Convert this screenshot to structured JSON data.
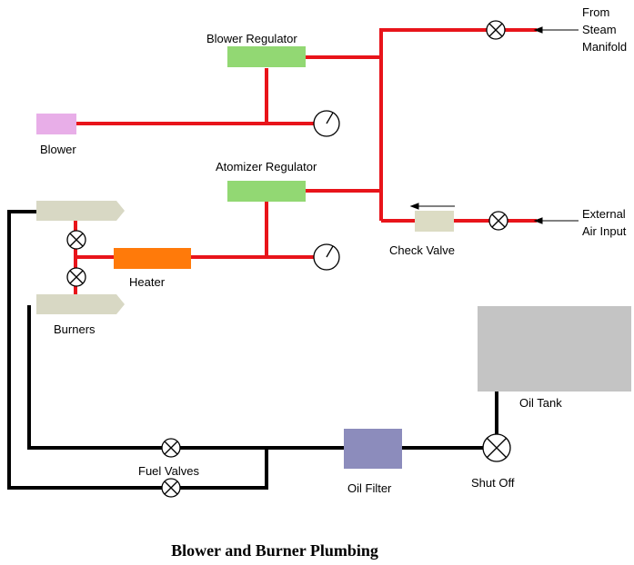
{
  "title": "Blower and Burner Plumbing",
  "labels": {
    "blower_regulator": "Blower Regulator",
    "atomizer_regulator": "Atomizer Regulator",
    "blower": "Blower",
    "heater": "Heater",
    "burners": "Burners",
    "check_valve": "Check Valve",
    "steam_from_line1": "From",
    "steam_from_line2": "Steam",
    "steam_from_line3": "Manifold",
    "external_line1": "External",
    "external_line2": "Air Input",
    "oil_tank": "Oil Tank",
    "oil_filter": "Oil Filter",
    "shut_off": "Shut Off",
    "fuel_valves": "Fuel Valves"
  },
  "colors": {
    "air_line": "#e8141a",
    "fuel_line": "#000000",
    "regulator": "#92d873",
    "blower": "#e8aee8",
    "heater": "#ff7a0a",
    "burner": "#d8d8c4",
    "check_valve": "#dcdcc4",
    "oil_tank": "#c4c4c4",
    "oil_filter": "#8c8cbc"
  }
}
